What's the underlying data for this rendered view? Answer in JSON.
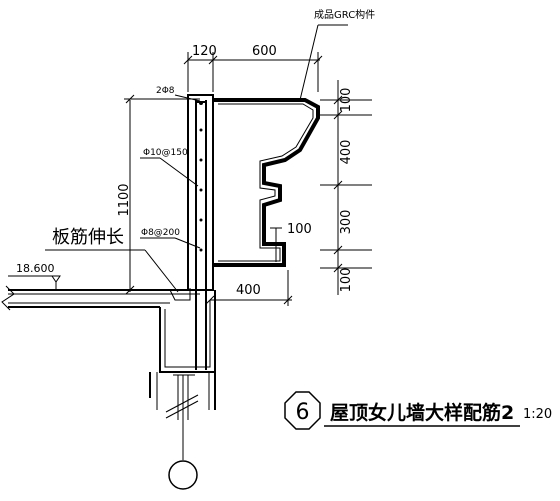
{
  "dimensions": {
    "top_wall": "120",
    "top_overhang": "600",
    "height_total": "1100",
    "right_top": "100",
    "right_mid1": "400",
    "right_mid2": "300",
    "right_bottom": "100",
    "inner_step": "100",
    "bottom_width": "400"
  },
  "labels": {
    "grc": "成品GRC构件",
    "top_bar": "2Φ8",
    "vertical_bar": "Φ10@150",
    "dist_bar": "Φ8@200",
    "slab_rebar": "板筋伸长",
    "elevation": "18.600"
  },
  "title": {
    "number": "6",
    "text": "屋顶女儿墙大样配筋2",
    "scale": "1:20"
  }
}
